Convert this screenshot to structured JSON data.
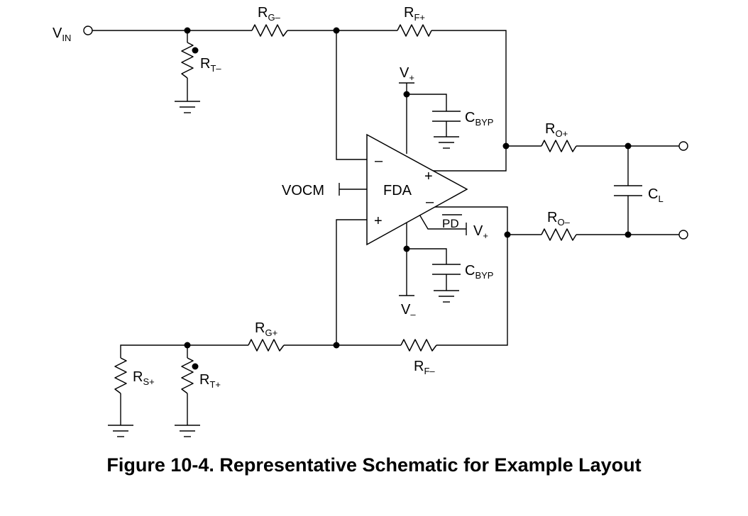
{
  "figure": {
    "caption": "Figure 10-4. Representative Schematic for Example Layout"
  },
  "labels": {
    "vin": {
      "main": "V",
      "sub": "IN"
    },
    "rg_minus": {
      "main": "R",
      "sub": "G–"
    },
    "rf_plus": {
      "main": "R",
      "sub": "F+"
    },
    "rt_minus": {
      "main": "R",
      "sub": "T–"
    },
    "vplus_top": {
      "main": "V",
      "sub": "+"
    },
    "cbyp_top": {
      "main": "C",
      "sub": "BYP"
    },
    "ro_plus": {
      "main": "R",
      "sub": "O+"
    },
    "cl": {
      "main": "C",
      "sub": "L"
    },
    "ro_minus": {
      "main": "R",
      "sub": "O–"
    },
    "vocm": "VOCM",
    "fda": "FDA",
    "pd": "PD",
    "vplus_pd": {
      "main": "V",
      "sub": "+"
    },
    "cbyp_bot": {
      "main": "C",
      "sub": "BYP"
    },
    "vminus": {
      "main": "V",
      "sub": "–"
    },
    "rg_plus": {
      "main": "R",
      "sub": "G+"
    },
    "rf_minus": {
      "main": "R",
      "sub": "F–"
    },
    "rs_plus": {
      "main": "R",
      "sub": "S+"
    },
    "rt_plus": {
      "main": "R",
      "sub": "T+"
    },
    "in_minus_sign": "–",
    "in_plus_sign": "+",
    "out_plus_sign": "+",
    "out_minus_sign": "–"
  }
}
